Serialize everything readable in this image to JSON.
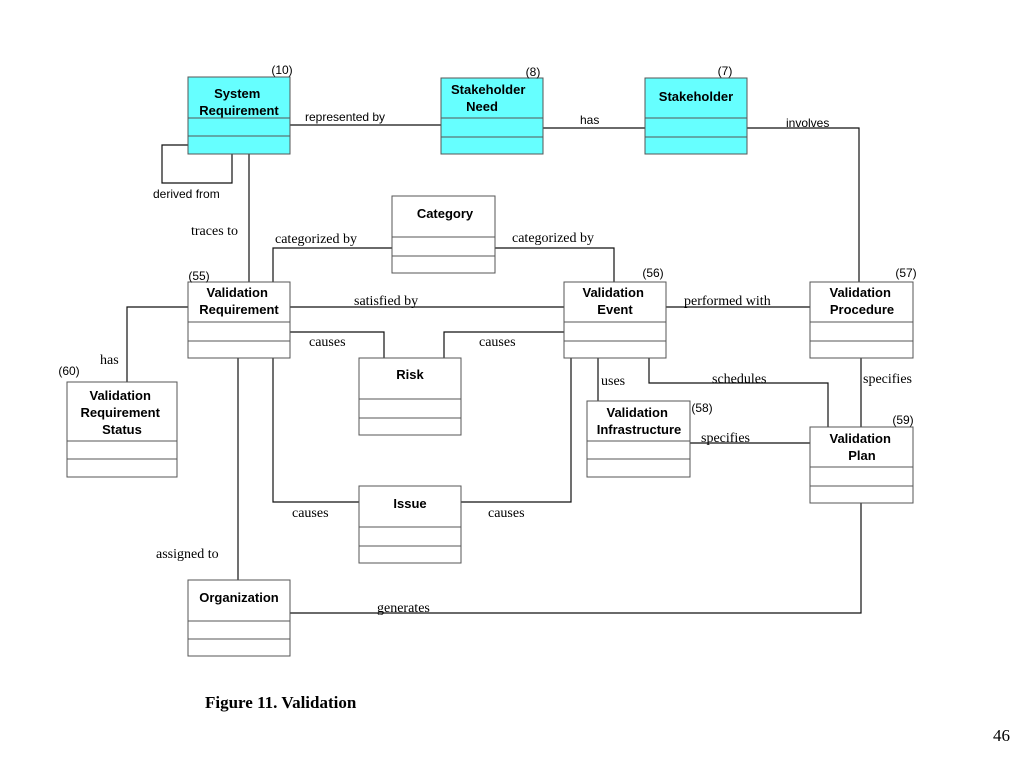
{
  "colors": {
    "highlight_fill": "#66ffff",
    "plain_fill": "#ffffff",
    "line": "#111111"
  },
  "boxes": {
    "system_requirement": {
      "title": [
        "System",
        "Requirement"
      ],
      "number": "(10)"
    },
    "stakeholder_need": {
      "title": [
        "Stakeholder",
        "Need"
      ],
      "number": "(8)"
    },
    "stakeholder": {
      "title": [
        "Stakeholder"
      ],
      "number": "(7)"
    },
    "category": {
      "title": [
        "Category"
      ]
    },
    "validation_requirement": {
      "title": [
        "Validation",
        "Requirement"
      ],
      "number": "(55)"
    },
    "validation_event": {
      "title": [
        "Validation",
        "Event"
      ],
      "number": "(56)"
    },
    "validation_procedure": {
      "title": [
        "Validation",
        "Procedure"
      ],
      "number": "(57)"
    },
    "risk": {
      "title": [
        "Risk"
      ]
    },
    "validation_requirement_status": {
      "title": [
        "Validation",
        "Requirement",
        "Status"
      ],
      "number": "(60)"
    },
    "validation_infrastructure": {
      "title": [
        "Validation",
        "Infrastructure"
      ],
      "number": "(58)"
    },
    "validation_plan": {
      "title": [
        "Validation",
        "Plan"
      ],
      "number": "(59)"
    },
    "issue": {
      "title": [
        "Issue"
      ]
    },
    "organization": {
      "title": [
        "Organization"
      ]
    }
  },
  "relations": {
    "represented_by": "represented by",
    "has_need": "has",
    "involves": "involves",
    "derived_from": "derived from",
    "traces_to": "traces to",
    "categorized_by_left": "categorized by",
    "categorized_by_right": "categorized by",
    "satisfied_by": "satisfied by",
    "performed_with": "performed with",
    "causes_risk_left": "causes",
    "causes_risk_right": "causes",
    "has_status": "has",
    "uses": "uses",
    "schedules": "schedules",
    "specifies_procedure": "specifies",
    "specifies_plan": "specifies",
    "causes_issue_left": "causes",
    "causes_issue_right": "causes",
    "assigned_to": "assigned to",
    "generates": "generates"
  },
  "caption": "Figure 11. Validation",
  "page_number": "46"
}
